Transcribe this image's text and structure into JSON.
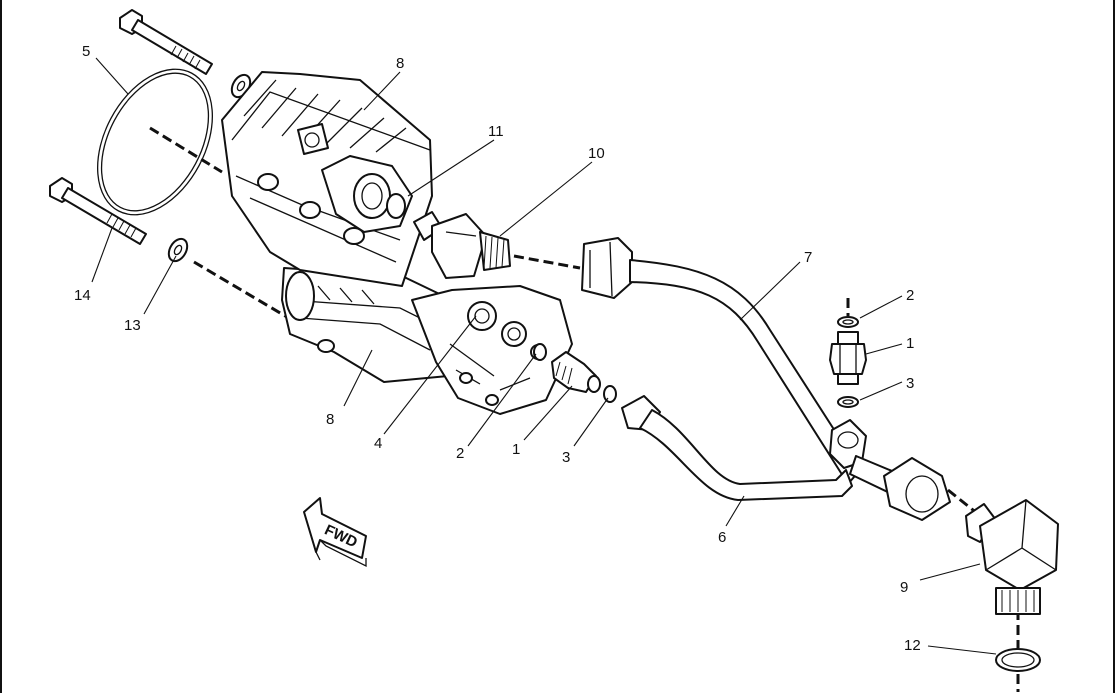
{
  "diagram": {
    "fwd_label": "FWD",
    "callouts": [
      {
        "id": "c5",
        "label": "5"
      },
      {
        "id": "c8a",
        "label": "8"
      },
      {
        "id": "c11",
        "label": "11"
      },
      {
        "id": "c10",
        "label": "10"
      },
      {
        "id": "c7",
        "label": "7"
      },
      {
        "id": "c2a",
        "label": "2"
      },
      {
        "id": "c1a",
        "label": "1"
      },
      {
        "id": "c3a",
        "label": "3"
      },
      {
        "id": "c14",
        "label": "14"
      },
      {
        "id": "c13",
        "label": "13"
      },
      {
        "id": "c8b",
        "label": "8"
      },
      {
        "id": "c4",
        "label": "4"
      },
      {
        "id": "c2b",
        "label": "2"
      },
      {
        "id": "c1b",
        "label": "1"
      },
      {
        "id": "c3b",
        "label": "3"
      },
      {
        "id": "c6",
        "label": "6"
      },
      {
        "id": "c9",
        "label": "9"
      },
      {
        "id": "c12",
        "label": "12"
      }
    ]
  }
}
